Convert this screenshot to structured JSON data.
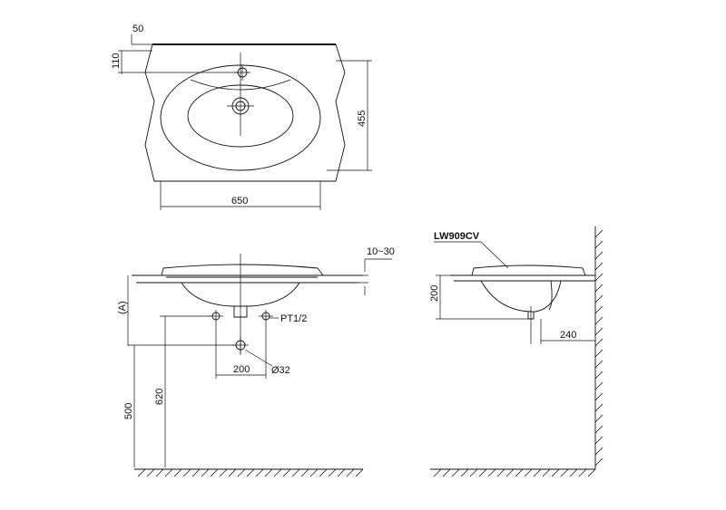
{
  "top_view": {
    "dim_top_offset": "50",
    "dim_tap_offset": "110",
    "dim_depth": "455",
    "dim_width": "650"
  },
  "front_view": {
    "dim_counter_thickness": "10~30",
    "dim_a": "(A)",
    "dim_inlet_thread": "PT1/2",
    "dim_inlet_spacing": "200",
    "dim_drain_diameter": "Ø32",
    "dim_drain_height": "620",
    "dim_inlet_height": "500"
  },
  "side_view": {
    "model": "LW909CV",
    "dim_bowl_depth": "200",
    "dim_wall_offset": "240"
  }
}
